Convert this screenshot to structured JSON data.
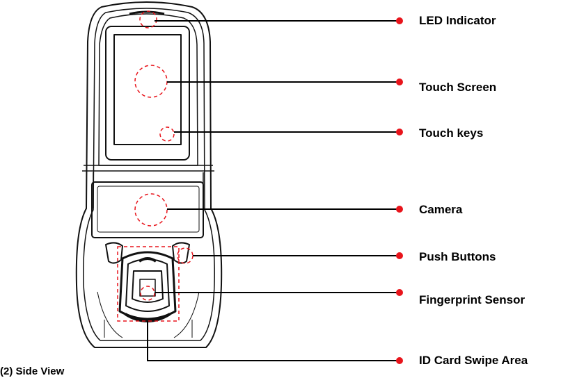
{
  "labels": {
    "led": "LED Indicator",
    "touch_screen": "Touch Screen",
    "touch_keys": "Touch keys",
    "camera": "Camera",
    "push_buttons": "Push Buttons",
    "fingerprint": "Fingerprint Sensor",
    "id_card": "ID Card Swipe Area"
  },
  "caption": "(2) Side View",
  "colors": {
    "callout": "#e8141b",
    "outline": "#111111"
  }
}
